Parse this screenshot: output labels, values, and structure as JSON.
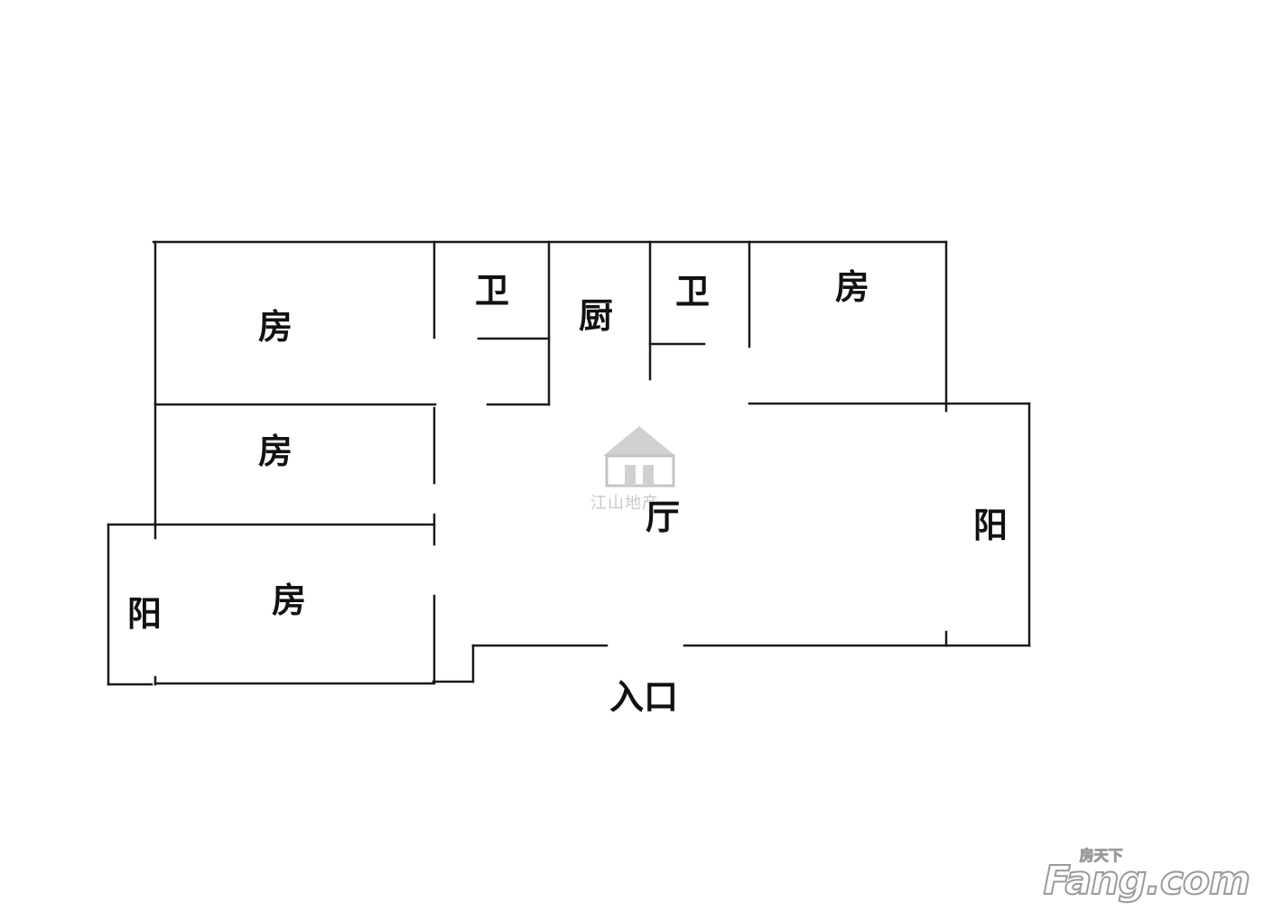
{
  "rooms": {
    "room_top_left": "房",
    "room_mid_left": "房",
    "room_bottom_left": "房",
    "room_top_right": "房",
    "bath_left": "卫",
    "bath_right": "卫",
    "kitchen": "厨",
    "living": "厅",
    "balcony_left": "阳",
    "balcony_right": "阳"
  },
  "entrance": "入口",
  "watermark": {
    "text": "江山地产",
    "icon": "house-icon"
  },
  "brand": {
    "main": "Fang.com",
    "sub": "房天下"
  }
}
